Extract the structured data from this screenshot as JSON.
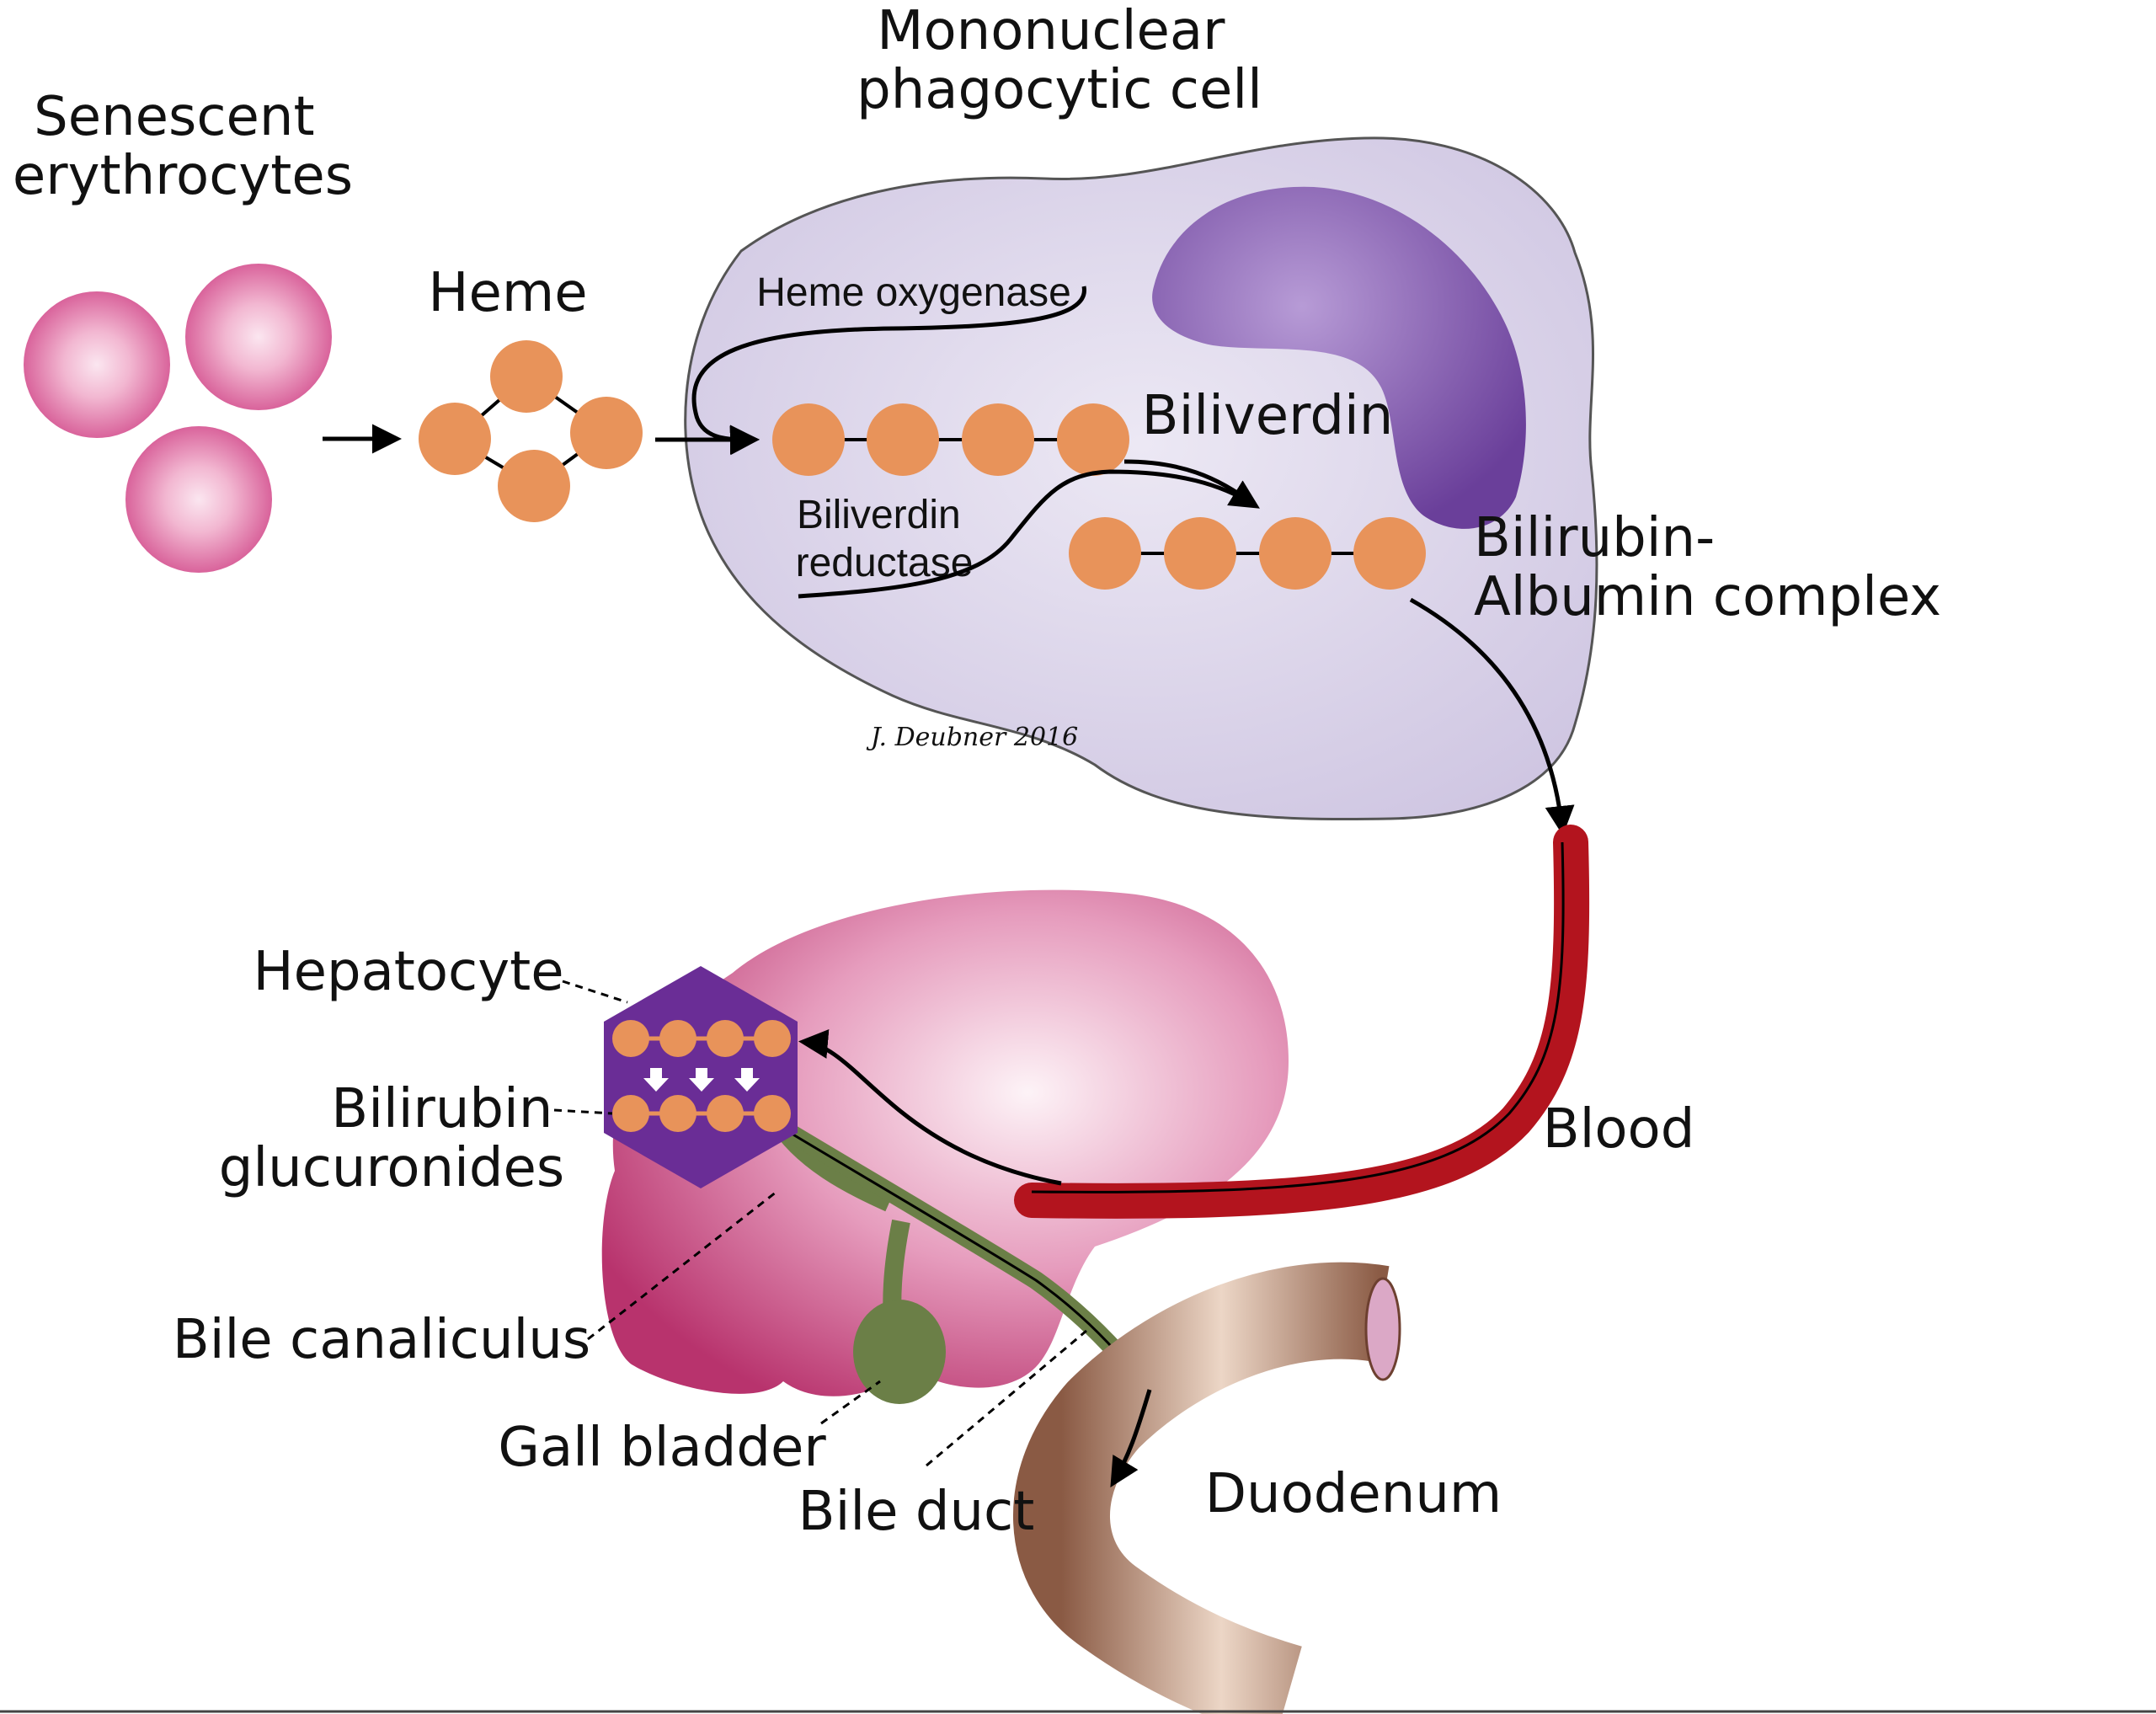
{
  "labels": {
    "erythrocytes": [
      "Senescent",
      "erythrocytes"
    ],
    "heme": "Heme",
    "cell_title": [
      "Mononuclear",
      "phagocytic cell"
    ],
    "heme_oxygenase": "Heme  oxygenase",
    "biliverdin": "Biliverdin",
    "biliverdin_reductase": [
      "Biliverdin",
      "reductase"
    ],
    "bilirubin_albumin": [
      "Bilirubin-",
      "Albumin complex"
    ],
    "signature": "J. Deubner 2016",
    "blood": "Blood",
    "hepatocyte": "Hepatocyte",
    "bilirubin_glucuronides": [
      "Bilirubin",
      "glucuronides"
    ],
    "bile_canaliculus": "Bile canaliculus",
    "gall_bladder": "Gall bladder",
    "bile_duct": "Bile duct",
    "duodenum": "Duodenum"
  },
  "colors": {
    "erythrocyte": "#e07aae",
    "bead": "#e8935a",
    "cell": "#d8d0e8",
    "nucleus": "#7a4fa8",
    "vessel": "#b3141e",
    "liver": "#d9759f",
    "hepatocyte": "#6a2d96",
    "bile": "#6b7f47",
    "duodenum": "#a47660"
  }
}
